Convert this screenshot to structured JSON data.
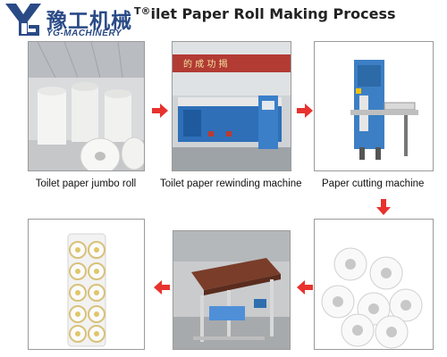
{
  "brand": {
    "name_cn": "豫工机械",
    "name_en": "YG-MACHINERY",
    "logo_icon": "yg-logo-icon"
  },
  "title": {
    "mark": "T®",
    "text": "ilet Paper Roll Making Process"
  },
  "steps": [
    {
      "caption": "Toilet paper jumbo roll",
      "image": "jumbo-rolls-warehouse"
    },
    {
      "caption": "Toilet paper rewinding machine",
      "image": "rewinding-machine",
      "banner_text": "的 成 功 揭"
    },
    {
      "caption": "Paper cutting machine",
      "image": "band-saw-cutter"
    },
    {
      "caption": "",
      "image": "cut-paper-rolls"
    },
    {
      "caption": "",
      "image": "packing-sealer-machine"
    },
    {
      "caption": "",
      "image": "packaged-toilet-rolls"
    }
  ],
  "colors": {
    "arrow": "#e8322d",
    "brand": "#2a4a86",
    "border": "#9a9a9a"
  },
  "arrow_icon": "red-arrow-icon"
}
